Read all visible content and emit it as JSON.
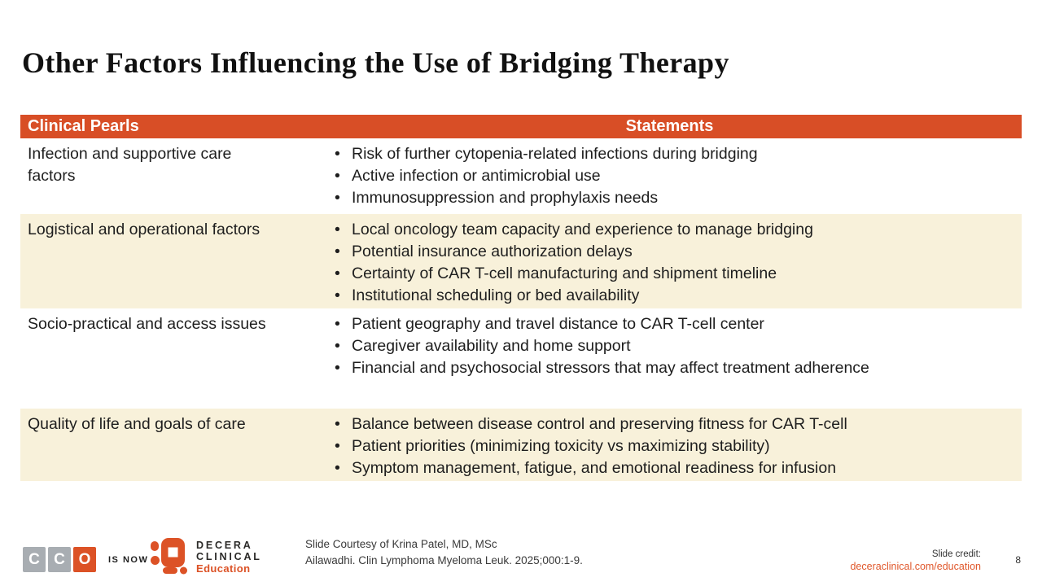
{
  "slide": {
    "title": "Other Factors Influencing the Use of Bridging Therapy",
    "page_number": "8"
  },
  "icons": {
    "bullet": "•"
  },
  "table": {
    "headers": [
      "Clinical Pearls",
      "Statements"
    ],
    "rows": [
      {
        "pearl": "Infection and supportive care factors",
        "statements": [
          "Risk of further cytopenia-related infections during bridging",
          "Active infection or antimicrobial use",
          "Immunosuppression and prophylaxis needs"
        ]
      },
      {
        "pearl": "Logistical and operational factors",
        "statements": [
          "Local oncology team capacity and experience to manage bridging",
          "Potential insurance authorization delays",
          "Certainty of CAR T-cell manufacturing and shipment timeline",
          "Institutional scheduling or bed availability"
        ]
      },
      {
        "pearl": "Socio-practical and access issues",
        "statements": [
          "Patient geography and travel distance to CAR T-cell center",
          "Caregiver availability and home support",
          "Financial and psychosocial stressors that may affect treatment adherence"
        ]
      },
      {
        "pearl": "Quality of life and goals of care",
        "statements": [
          "Balance between disease control and preserving fitness for CAR T-cell",
          "Patient priorities (minimizing toxicity vs maximizing stability)",
          "Symptom management, fatigue, and emotional readiness for infusion"
        ]
      }
    ]
  },
  "footer": {
    "cco_letters": [
      "C",
      "C",
      "O"
    ],
    "is_now": "IS NOW",
    "decera": {
      "line1": "DECERA",
      "line2": "CLINICAL",
      "line3": "Education"
    },
    "courtesy": [
      "Slide Courtesy of Krina Patel, MD, MSc",
      "Ailawadhi. Clin Lymphoma Myeloma Leuk. 2025;000:1-9."
    ],
    "credit_label": "Slide credit:",
    "credit_link": "deceraclinical.com/education"
  },
  "colors": {
    "accent": "#D84E26",
    "row_cream": "#F8F1DA",
    "logo_gray": "#A8ADB2",
    "logo_orange": "#DC5226",
    "link_orange": "#E0572B",
    "title_text": "#111111",
    "body_text": "#1E1E1E"
  }
}
